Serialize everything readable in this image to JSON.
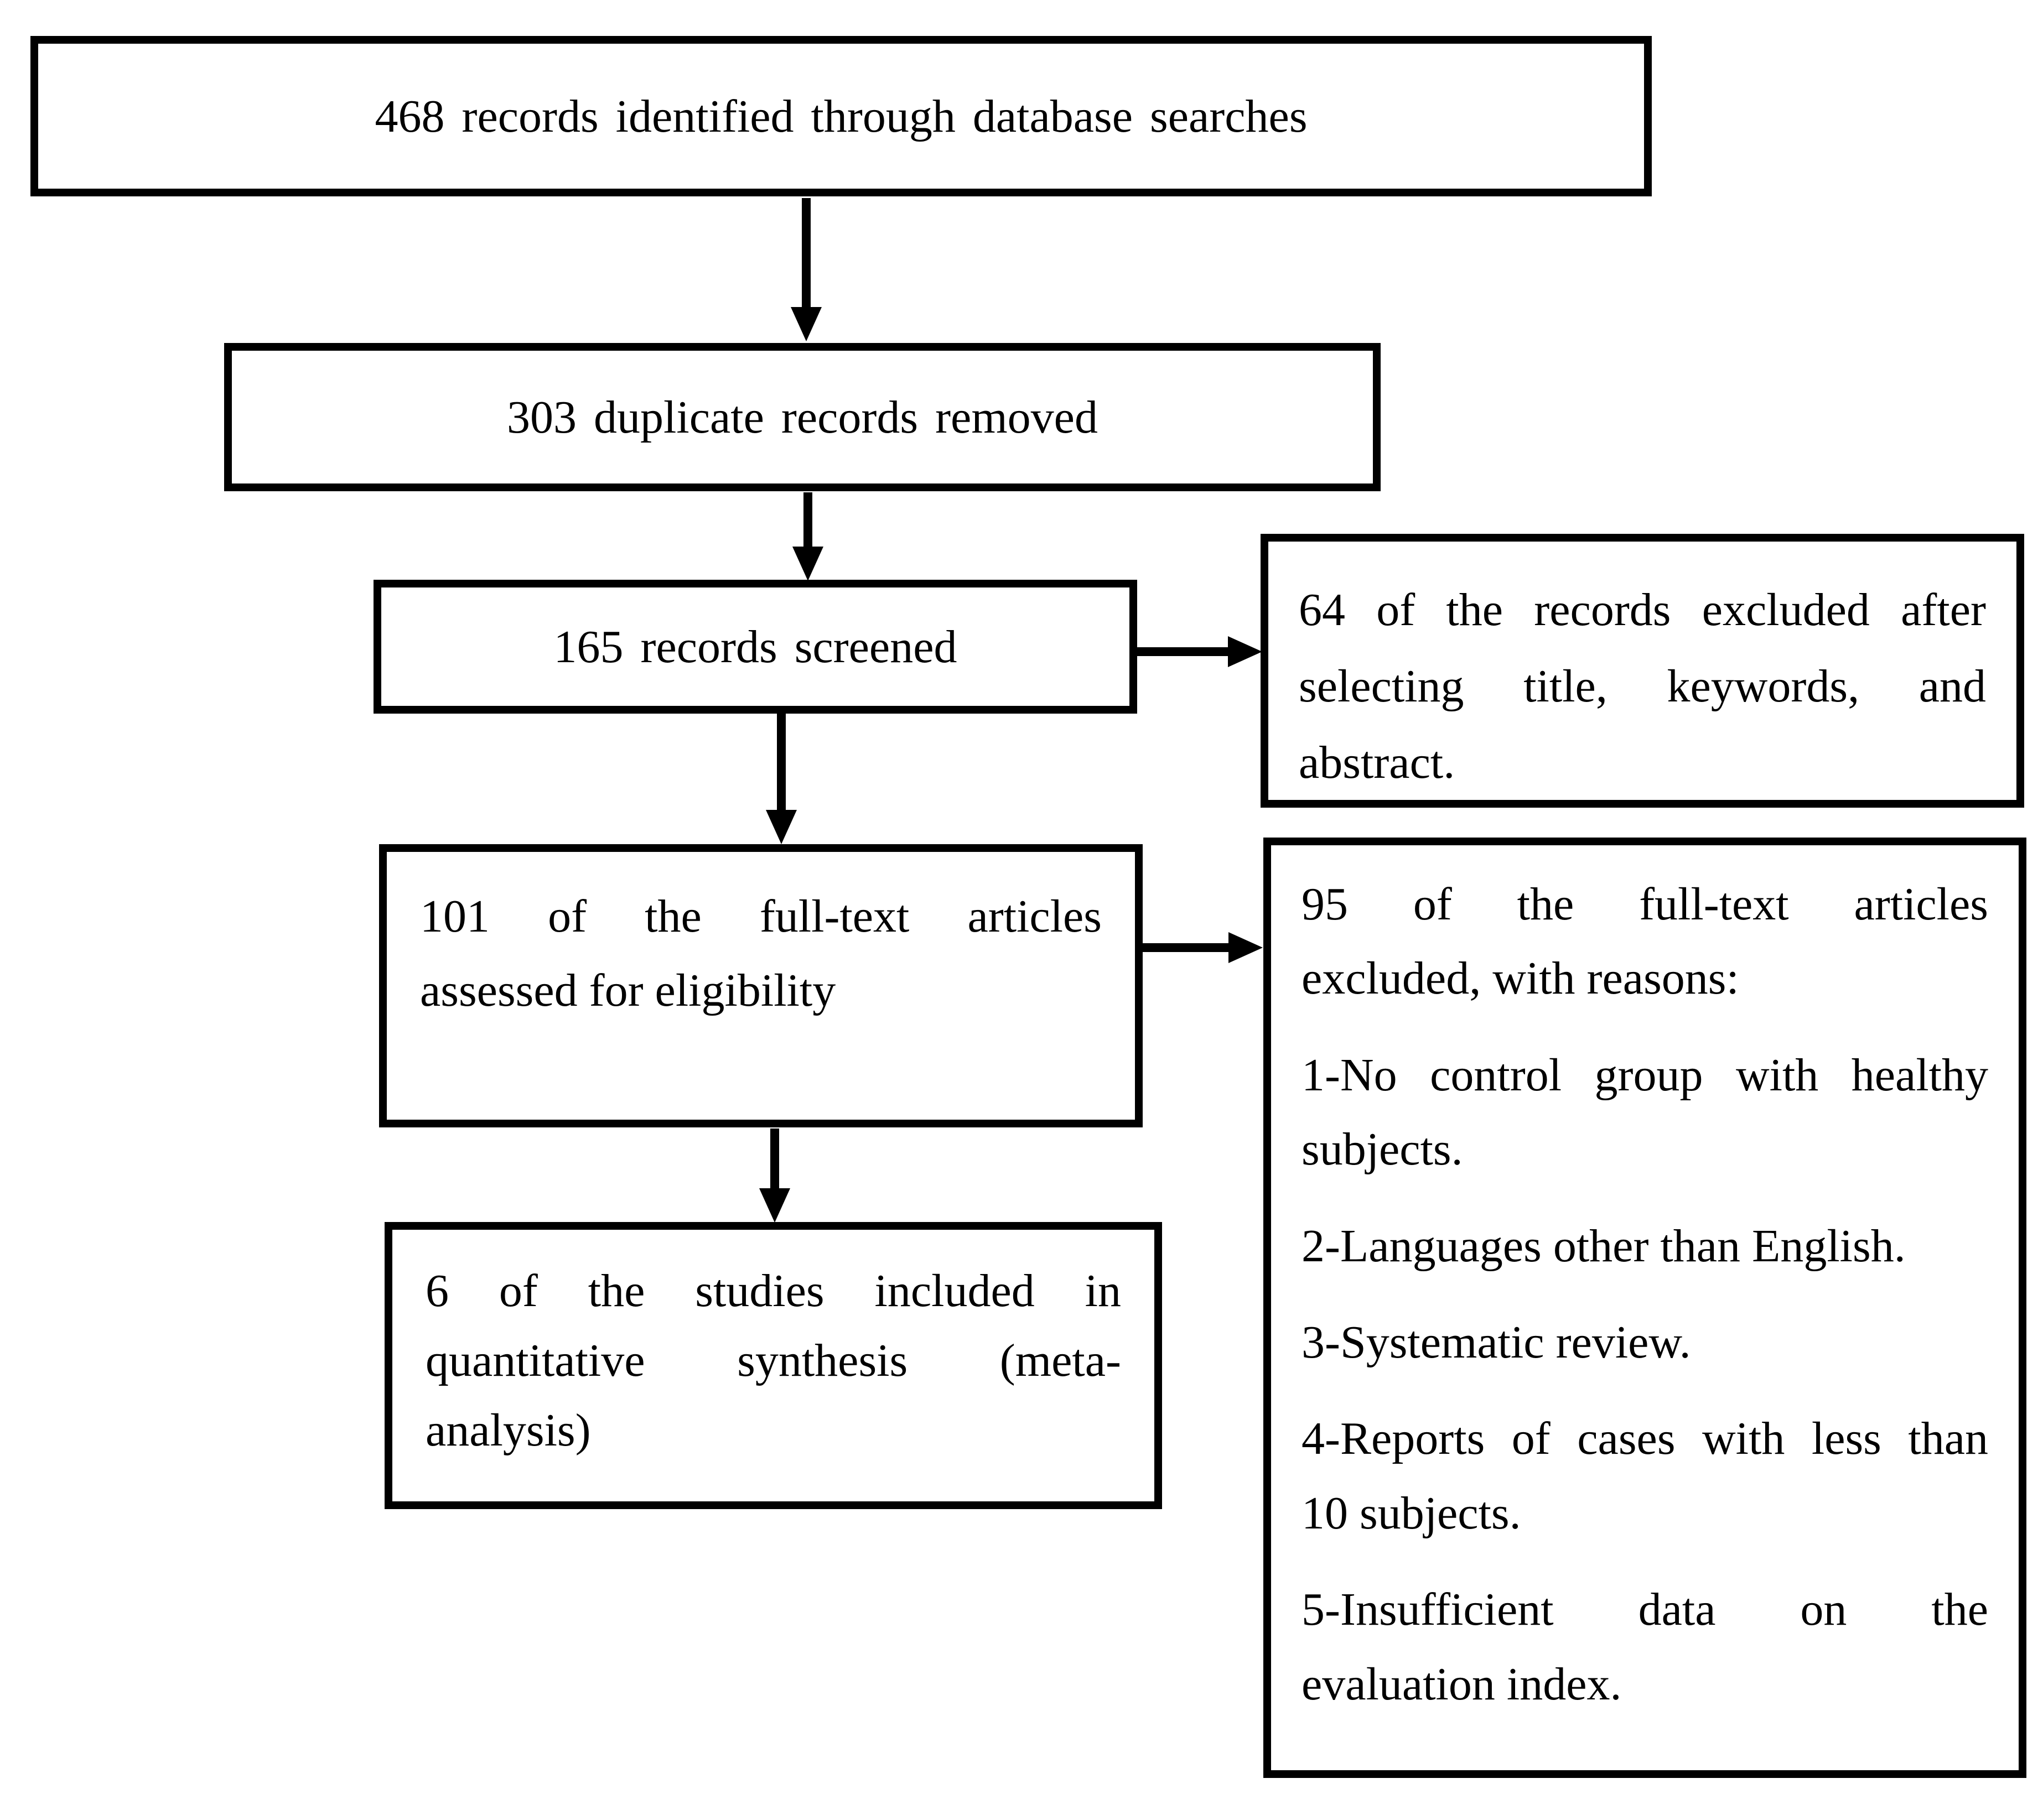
{
  "figure": {
    "type": "prisma-flow-diagram",
    "colors": {
      "box_border": "#000000",
      "background": "#ffffff",
      "text": "#000000"
    },
    "boxes": {
      "identified": {
        "text": "468 records identified through database searches"
      },
      "duplicates": {
        "text": "303 duplicate records removed"
      },
      "screened": {
        "text": "165 records screened"
      },
      "fulltext_assessed": {
        "paragraphs": [
          [
            "101 of the full-text articles",
            "assessed for eligibility"
          ]
        ]
      },
      "studies_included": {
        "paragraphs": [
          [
            "6 of the studies included in",
            "quantitative synthesis (meta-",
            "analysis)"
          ]
        ]
      },
      "records_excluded": {
        "paragraphs": [
          [
            "64 of the records excluded after",
            "selecting title, keywords, and",
            "abstract."
          ]
        ]
      },
      "fulltext_excluded": {
        "paragraphs": [
          [
            "95 of the full-text articles",
            "excluded, with reasons:"
          ],
          [
            "1-No control group with healthy",
            "subjects."
          ],
          [
            "2-Languages other than English."
          ],
          [
            "3-Systematic review."
          ],
          [
            "4-Reports of cases with less than",
            "10 subjects."
          ],
          [
            "5-Insufficient data on the",
            "evaluation index."
          ]
        ]
      }
    }
  }
}
